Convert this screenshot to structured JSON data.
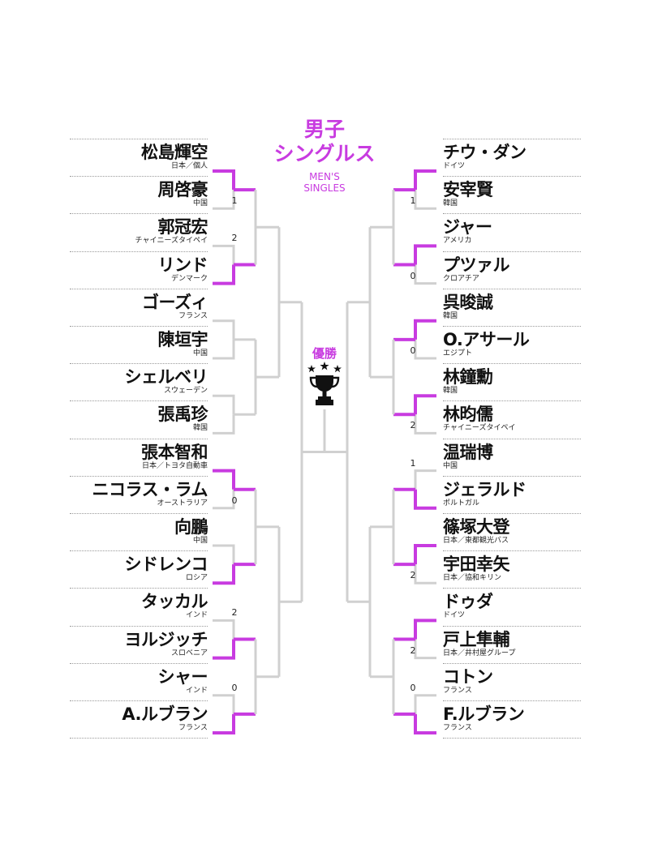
{
  "title": {
    "jp_line1": "男子",
    "jp_line2": "シングルス",
    "en_line1": "MEN'S",
    "en_line2": "SINGLES"
  },
  "champion_label": "優勝",
  "trophy_icon": "trophy-icon",
  "colors": {
    "accent": "#c83be0",
    "line": "#d0d0d0"
  },
  "left": [
    {
      "name": "松島輝空",
      "country": "日本／個人",
      "score": ""
    },
    {
      "name": "周啓豪",
      "country": "中国",
      "score": "1"
    },
    {
      "name": "郭冠宏",
      "country": "チャイニーズタイペイ",
      "score": "2"
    },
    {
      "name": "リンド",
      "country": "デンマーク",
      "score": ""
    },
    {
      "name": "ゴーズィ",
      "country": "フランス",
      "score": ""
    },
    {
      "name": "陳垣宇",
      "country": "中国",
      "score": ""
    },
    {
      "name": "シェルベリ",
      "country": "スウェーデン",
      "score": ""
    },
    {
      "name": "張禹珍",
      "country": "韓国",
      "score": ""
    },
    {
      "name": "張本智和",
      "country": "日本／トヨタ自動車",
      "score": ""
    },
    {
      "name": "ニコラス・ラム",
      "country": "オーストラリア",
      "score": "0"
    },
    {
      "name": "向鵬",
      "country": "中国",
      "score": ""
    },
    {
      "name": "シドレンコ",
      "country": "ロシア",
      "score": ""
    },
    {
      "name": "タッカル",
      "country": "インド",
      "score": "2"
    },
    {
      "name": "ヨルジッチ",
      "country": "スロベニア",
      "score": ""
    },
    {
      "name": "シャー",
      "country": "インド",
      "score": "0"
    },
    {
      "name": "A.ルブラン",
      "country": "フランス",
      "score": ""
    }
  ],
  "right": [
    {
      "name": "チウ・ダン",
      "country": "ドイツ",
      "score": ""
    },
    {
      "name": "安宰賢",
      "country": "韓国",
      "score": "1"
    },
    {
      "name": "ジャー",
      "country": "アメリカ",
      "score": ""
    },
    {
      "name": "プツァル",
      "country": "クロアチア",
      "score": "0"
    },
    {
      "name": "呉晙誠",
      "country": "韓国",
      "score": ""
    },
    {
      "name": "O.アサール",
      "country": "エジプト",
      "score": "0"
    },
    {
      "name": "林鐘勳",
      "country": "韓国",
      "score": ""
    },
    {
      "name": "林昀儒",
      "country": "チャイニーズタイペイ",
      "score": "2"
    },
    {
      "name": "温瑞博",
      "country": "中国",
      "score": "1"
    },
    {
      "name": "ジェラルド",
      "country": "ポルトガル",
      "score": ""
    },
    {
      "name": "篠塚大登",
      "country": "日本／東都観光バス",
      "score": ""
    },
    {
      "name": "宇田幸矢",
      "country": "日本／協和キリン",
      "score": "2"
    },
    {
      "name": "ドゥダ",
      "country": "ドイツ",
      "score": ""
    },
    {
      "name": "戸上隼輔",
      "country": "日本／井村屋グループ",
      "score": "2"
    },
    {
      "name": "コトン",
      "country": "フランス",
      "score": "0"
    },
    {
      "name": "F.ルブラン",
      "country": "フランス",
      "score": ""
    }
  ],
  "results": {
    "left_r1": [
      "top",
      "bottom",
      "",
      "",
      "top",
      "bottom",
      "bottom",
      "bottom"
    ],
    "right_r1": [
      "top",
      "top",
      "top",
      "top",
      "bottom",
      "top",
      "top",
      "bottom"
    ]
  }
}
